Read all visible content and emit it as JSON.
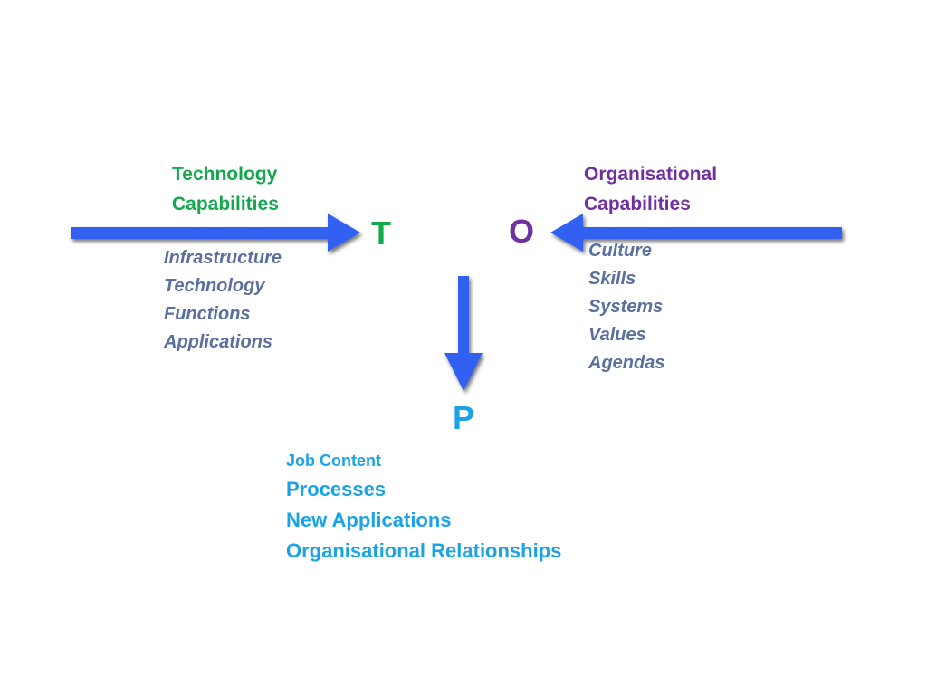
{
  "colors": {
    "technology": "#14a84d",
    "organisational": "#7030a0",
    "people": "#1ba3e6",
    "items": "#5a6f9e",
    "arrow": "#3060f0"
  },
  "technology": {
    "heading_line1": "Technology",
    "heading_line2": "Capabilities",
    "letter": "T",
    "items": [
      "Infrastructure",
      "Technology",
      "Functions",
      "Applications"
    ]
  },
  "organisational": {
    "heading_line1": "Organisational",
    "heading_line2": "Capabilities",
    "letter": "O",
    "items": [
      "Culture",
      "Skills",
      "Systems",
      "Values",
      "Agendas"
    ]
  },
  "people": {
    "letter": "P",
    "items": [
      "Job Content",
      "Processes",
      "New Applications",
      "Organisational Relationships"
    ]
  }
}
